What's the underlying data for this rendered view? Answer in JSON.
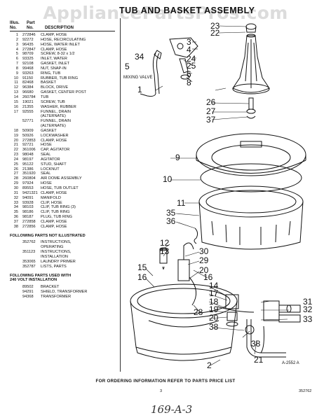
{
  "watermark": "AppliancePartsPros.com",
  "title": "TUB AND BASKET ASSEMBLY",
  "list_header": {
    "col1_top": "Illus.",
    "col1_bottom": "No.",
    "col2_top": "Part",
    "col2_bottom": "No.",
    "col3": "DESCRIPTION"
  },
  "parts": [
    {
      "n": "1",
      "p": "272846",
      "d": "CLAMP, HOSE"
    },
    {
      "n": "2",
      "p": "92272",
      "d": "HOSE, RECIRCULATING"
    },
    {
      "n": "3",
      "p": "96435",
      "d": "HOSE, WATER INLET"
    },
    {
      "n": "4",
      "p": "272847",
      "d": "CLAMP, HOSE"
    },
    {
      "n": "5",
      "p": "98709",
      "d": "SCREW, 8-32 x 1/2"
    },
    {
      "n": "6",
      "p": "93325",
      "d": "INLET, WATER"
    },
    {
      "n": "7",
      "p": "92108",
      "d": "GASKET, INLET"
    },
    {
      "n": "8",
      "p": "99468",
      "d": "NUT, SNAP-IN"
    },
    {
      "n": "9",
      "p": "93263",
      "d": "RING, TUB"
    },
    {
      "n": "10",
      "p": "91150",
      "d": "RUBBER, TUB RING"
    },
    {
      "n": "11",
      "p": "82468",
      "d": "BASKET"
    },
    {
      "n": "12",
      "p": "96384",
      "d": "BLOCK, DRIVE"
    },
    {
      "n": "13",
      "p": "96680",
      "d": "GASKET, CENTER POST"
    },
    {
      "n": "14",
      "p": "260784",
      "d": "TUB"
    },
    {
      "n": "15",
      "p": "19021",
      "d": "SCREW, TUB"
    },
    {
      "n": "16",
      "p": "21355",
      "d": "WASHER, RUBBER"
    },
    {
      "n": "17",
      "p": "92555",
      "d": "FUNNEL, DRAIN"
    },
    {
      "n": "",
      "p": "",
      "d": "(ALTERNATE)"
    },
    {
      "n": "",
      "p": "52771",
      "d": "FUNNEL, DRAIN"
    },
    {
      "n": "",
      "p": "",
      "d": "(ALTERNATE)"
    },
    {
      "n": "18",
      "p": "50909",
      "d": "GASKET"
    },
    {
      "n": "19",
      "p": "50926",
      "d": "LOCKWASHER"
    },
    {
      "n": "20",
      "p": "272853",
      "d": "CLAMP, HOSE"
    },
    {
      "n": "21",
      "p": "92721",
      "d": "HOSE"
    },
    {
      "n": "22",
      "p": "361006",
      "d": "CAP, AGITATOR"
    },
    {
      "n": "23",
      "p": "98048",
      "d": "SEAL"
    },
    {
      "n": "24",
      "p": "98197",
      "d": "AGITATOR"
    },
    {
      "n": "25",
      "p": "95122",
      "d": "STUD, SHAFT"
    },
    {
      "n": "26",
      "p": "21386",
      "d": "LOCKNUT"
    },
    {
      "n": "27",
      "p": "351920",
      "d": "SEAL"
    },
    {
      "n": "28",
      "p": "260804",
      "d": "AIR DOME ASSEMBLY"
    },
    {
      "n": "29",
      "p": "97924",
      "d": "HOSE"
    },
    {
      "n": "30",
      "p": "89553",
      "d": "HOSE, TUB OUTLET"
    },
    {
      "n": "31",
      "p": "9421321",
      "d": "CLAMP, HOSE"
    },
    {
      "n": "32",
      "p": "94091",
      "d": "MANIFOLD"
    },
    {
      "n": "33",
      "p": "93928",
      "d": "CLIP, HOSE"
    },
    {
      "n": "34",
      "p": "98103",
      "d": "CLIP, TUB RING (3)"
    },
    {
      "n": "35",
      "p": "98186",
      "d": "CLIP, TUB RING"
    },
    {
      "n": "36",
      "p": "98187",
      "d": "PLUG, TUB RING"
    },
    {
      "n": "37",
      "p": "272858",
      "d": "CLAMP, HOSE"
    },
    {
      "n": "38",
      "p": "272856",
      "d": "CLAMP, HOSE"
    }
  ],
  "not_illustrated_heading": "FOLLOWING PARTS NOT ILLUSTRATED",
  "not_illustrated": [
    {
      "p": "352762",
      "d": "INSTRUCTIONS,"
    },
    {
      "p": "",
      "d": "OPERATING"
    },
    {
      "p": "351123",
      "d": "INSTRUCTIONS,"
    },
    {
      "p": "",
      "d": "INSTALLATION"
    },
    {
      "p": "353065",
      "d": "LAUNDRY PRIMER"
    },
    {
      "p": "352787",
      "d": "LISTS, PARTS"
    }
  ],
  "volt_heading_1": "FOLLOWING PARTS USED WITH",
  "volt_heading_2": "240 VOLT INSTALLATION",
  "volt_parts": [
    {
      "p": "89502",
      "d": "BRACKET"
    },
    {
      "p": "94291",
      "d": "SHIELD, TRANSFORMER"
    },
    {
      "p": "94368",
      "d": "TRANSFORMER"
    }
  ],
  "diagram": {
    "mixing_valve": "MIXING VALVE",
    "figure_code": "A-2552 A",
    "callouts": [
      "1",
      "2",
      "3",
      "4",
      "5",
      "6",
      "7",
      "8",
      "9",
      "10",
      "11",
      "12",
      "13",
      "14",
      "15",
      "16",
      "17",
      "18",
      "19",
      "20",
      "21",
      "22",
      "23",
      "24",
      "25",
      "26",
      "27",
      "28",
      "29",
      "30",
      "31",
      "32",
      "33",
      "34",
      "35",
      "36",
      "37",
      "38"
    ]
  },
  "footer": "FOR ORDERING INFORMATION REFER TO PARTS PRICE LIST",
  "page_number": "3",
  "doc_code": "352762",
  "handwritten": "169-A-3"
}
